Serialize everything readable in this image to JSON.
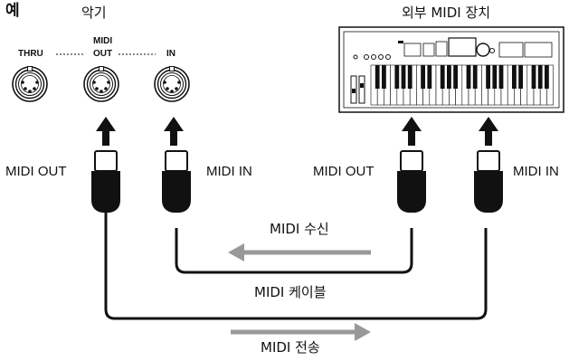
{
  "diagram": {
    "example_tag": "예",
    "instrument_label": "악기",
    "external_label": "외부 MIDI 장치",
    "ports": {
      "midi_header": "MIDI",
      "thru": "THRU",
      "out": "OUT",
      "in": "IN"
    },
    "connectors": {
      "left_out": "MIDI OUT",
      "left_in": "MIDI IN",
      "right_out": "MIDI OUT",
      "right_in": "MIDI IN"
    },
    "flows": {
      "receive": "MIDI 수신",
      "cable": "MIDI 케이블",
      "transmit": "MIDI 전송"
    }
  }
}
